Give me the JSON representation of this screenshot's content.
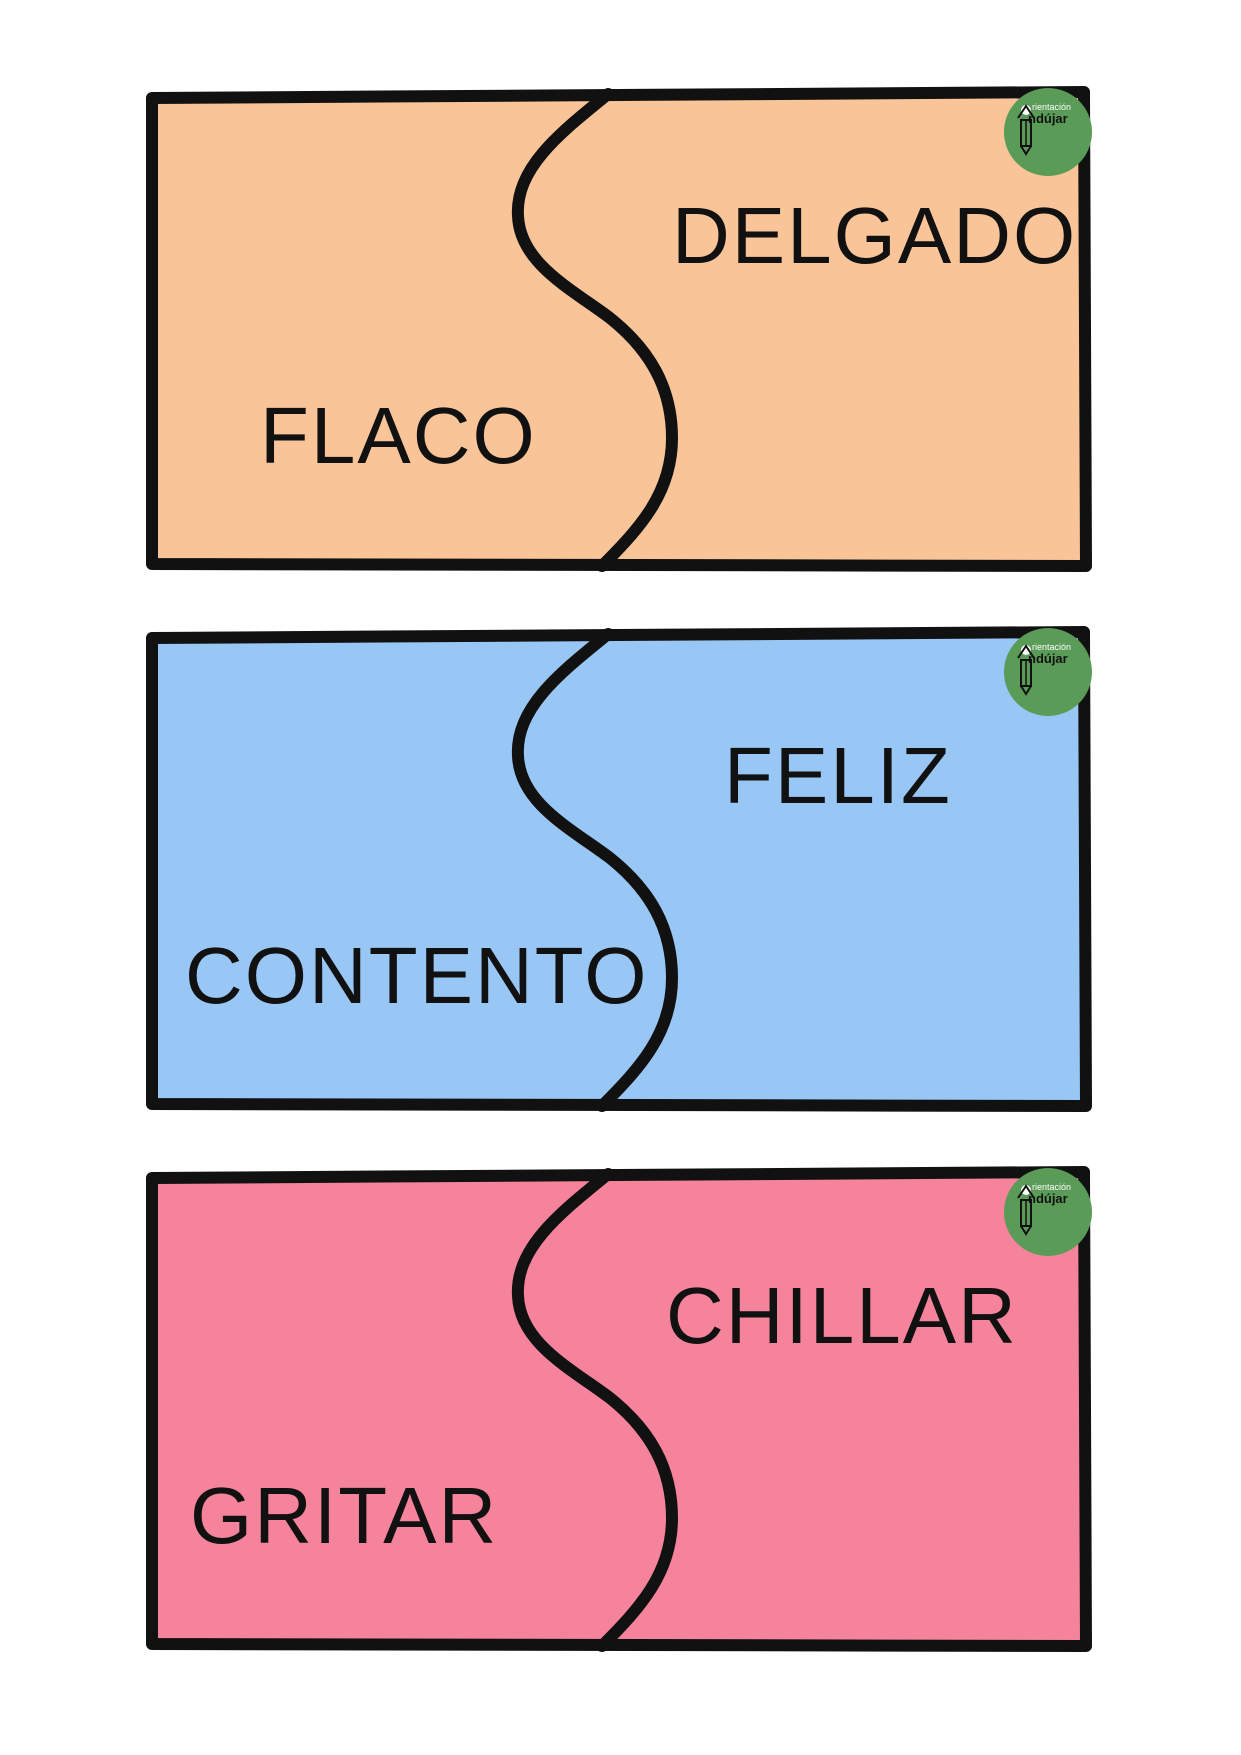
{
  "cards": [
    {
      "left_word": "FLACO",
      "right_word": "DELGADO",
      "color": "#f8c498"
    },
    {
      "left_word": "CONTENTO",
      "right_word": "FELIZ",
      "color": "#99c7f5"
    },
    {
      "left_word": "GRITAR",
      "right_word": "CHILLAR",
      "color": "#f5839b"
    }
  ],
  "logo": {
    "line1": "rientación",
    "line2": "ndújar",
    "icon": "pencil-icon",
    "color": "#5a9b57"
  }
}
